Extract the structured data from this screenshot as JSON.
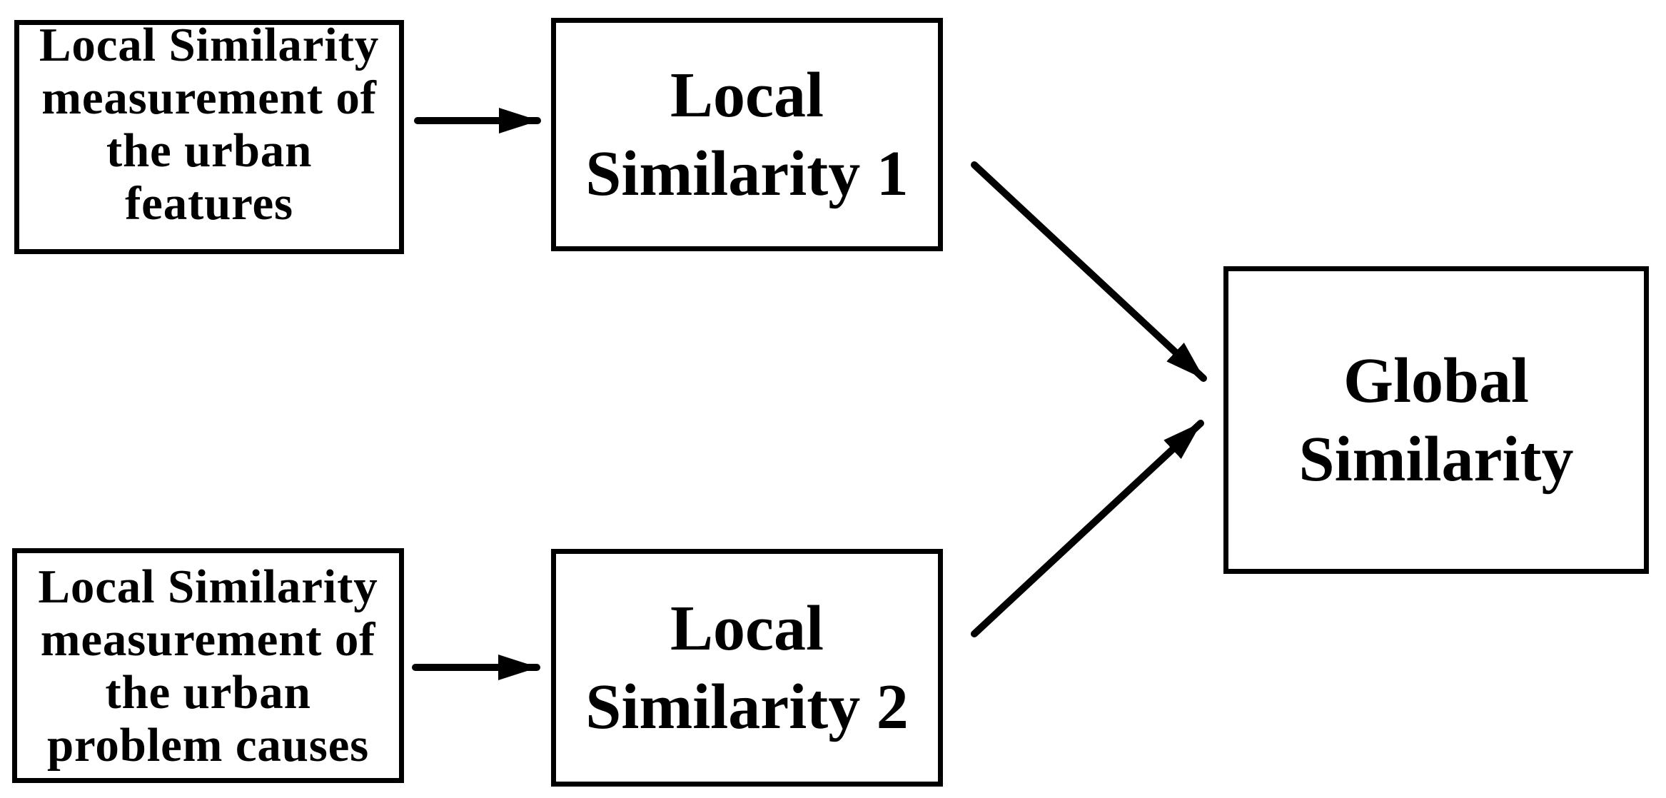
{
  "figure": {
    "background_color": "#ffffff",
    "line_color": "#000000",
    "text_color": "#000000",
    "nodes": [
      {
        "id": "urban-features-measurement",
        "label": "Local Similarity measurement of the urban features",
        "lines": [
          "Local Similarity",
          "measurement of",
          "the urban",
          "features"
        ]
      },
      {
        "id": "local-similarity-1",
        "label": "Local Similarity 1",
        "lines": [
          "Local",
          "Similarity 1"
        ]
      },
      {
        "id": "urban-problem-causes-measurement",
        "label": "Local Similarity measurement of the urban problem causes",
        "lines": [
          "Local Similarity",
          "measurement of",
          "the urban",
          "problem causes"
        ]
      },
      {
        "id": "local-similarity-2",
        "label": "Local Similarity 2",
        "lines": [
          "Local",
          "Similarity 2"
        ]
      },
      {
        "id": "global-similarity",
        "label": "Global Similarity",
        "lines": [
          "Global",
          "Similarity"
        ]
      }
    ],
    "edges": [
      {
        "from": "urban-features-measurement",
        "to": "local-similarity-1",
        "type": "arrow"
      },
      {
        "from": "urban-problem-causes-measurement",
        "to": "local-similarity-2",
        "type": "arrow"
      },
      {
        "from": "local-similarity-1",
        "to": "global-similarity",
        "type": "arrow"
      },
      {
        "from": "local-similarity-2",
        "to": "global-similarity",
        "type": "arrow"
      }
    ]
  }
}
